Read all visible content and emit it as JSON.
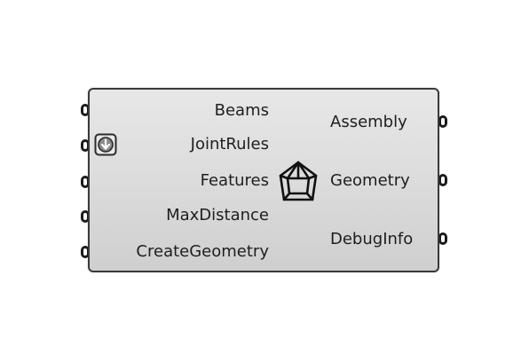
{
  "component": {
    "icon": "assembly-house-icon",
    "inputs": [
      {
        "label": "Beams"
      },
      {
        "label": "JointRules"
      },
      {
        "label": "Features"
      },
      {
        "label": "MaxDistance"
      },
      {
        "label": "CreateGeometry"
      }
    ],
    "outputs": [
      {
        "label": "Assembly"
      },
      {
        "label": "Geometry"
      },
      {
        "label": "DebugInfo"
      }
    ],
    "flatten_icon": "flatten-arrow-icon"
  },
  "colors": {
    "body_top": "#e7e7e7",
    "body_bottom": "#cfcfcf",
    "border": "#3a3a3a",
    "text": "#1e1e1e"
  }
}
